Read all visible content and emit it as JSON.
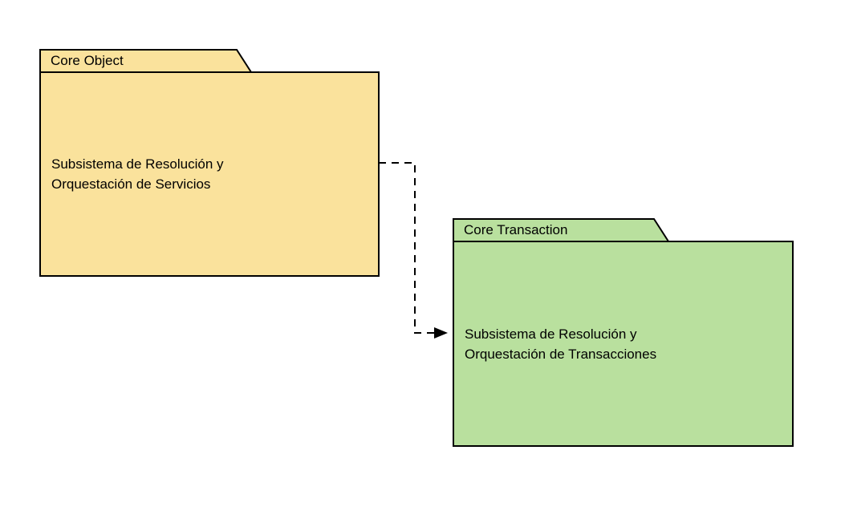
{
  "diagram_type": "uml-package-diagram",
  "packages": [
    {
      "id": "core-object",
      "tab_label": "Core Object",
      "body_lines": [
        "Subsistema de Resolución y",
        "Orquestación de Servicios"
      ],
      "fill": "#FAE29C",
      "stroke": "#000000"
    },
    {
      "id": "core-transaction",
      "tab_label": "Core Transaction",
      "body_lines": [
        "Subsistema de Resolución y",
        "Orquestación de Transacciones"
      ],
      "fill": "#B9E09E",
      "stroke": "#000000"
    }
  ],
  "connector": {
    "from": "core-object",
    "to": "core-transaction",
    "style": "dashed",
    "arrow": "open-filled",
    "color": "#000000"
  }
}
